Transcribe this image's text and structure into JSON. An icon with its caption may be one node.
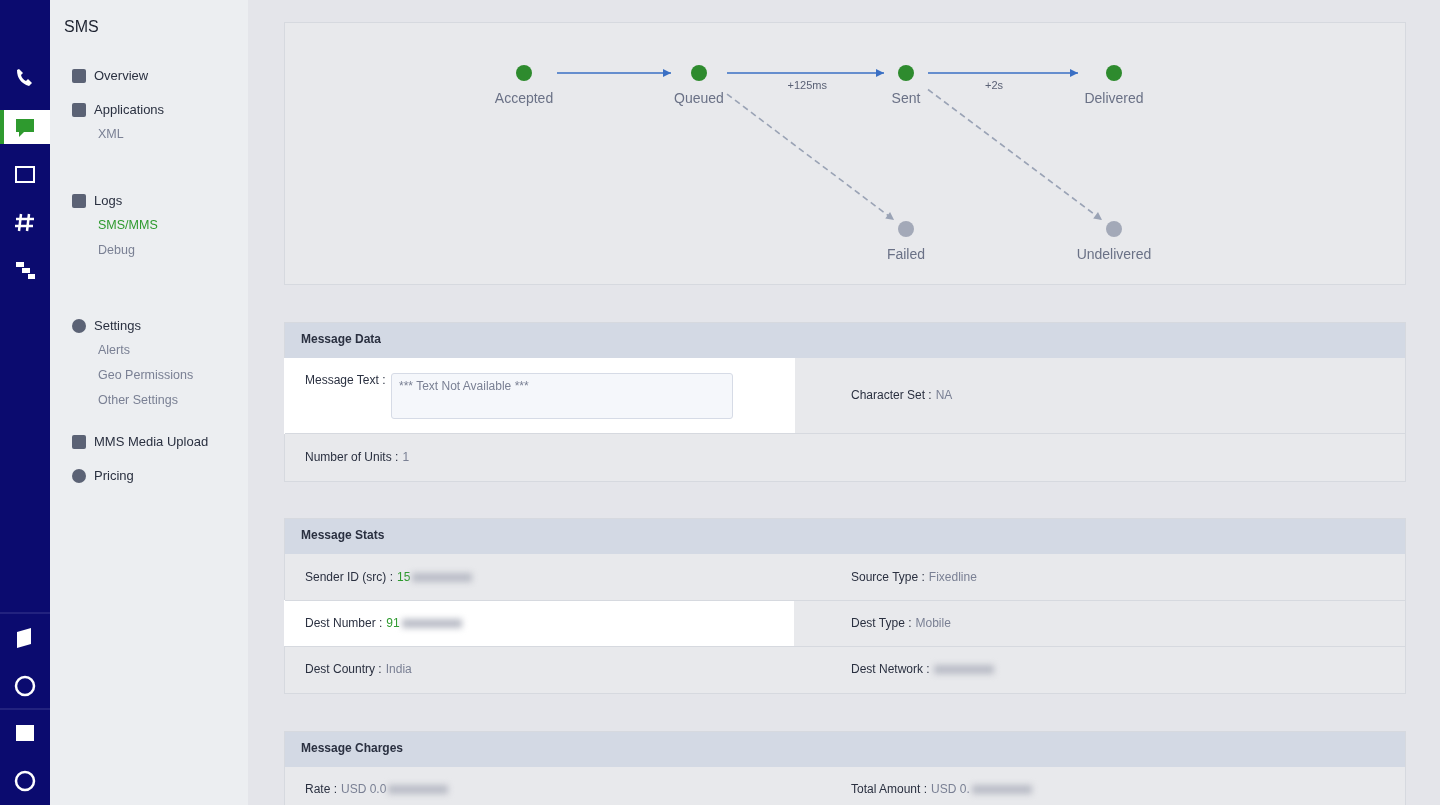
{
  "diagram": {
    "nodes": [
      {
        "text": [
          "Accepted"
        ]
      },
      {
        "text": [
          "Queued"
        ]
      },
      {
        "text": [
          "Sent"
        ]
      },
      {
        "text": [
          "Delivered"
        ]
      },
      {
        "text": [
          "Failed"
        ]
      },
      {
        "text": [
          "Undelivered"
        ]
      }
    ],
    "edges": [
      {
        "from": 0,
        "to": 1,
        "arrow": "to"
      },
      {
        "from": 1,
        "to": 2,
        "arrow": "to",
        "label": "+125ms"
      },
      {
        "from": 2,
        "to": 3,
        "arrow": "to",
        "label": "+2s"
      },
      {
        "from": 1,
        "to": 4,
        "arrow": "to",
        "style": "dashed",
        "color": "#9aa3b5"
      },
      {
        "from": 2,
        "to": 5,
        "arrow": "to",
        "style": "dashed",
        "color": "#9aa3b5"
      }
    ],
    "labels": [
      "SMS",
      "Overview",
      "Applications",
      "XML",
      "Logs",
      "SMS/MMS",
      "Debug",
      "Settings",
      "Alerts",
      "Geo Permissions",
      "Other Settings",
      "MMS Media Upload",
      "Pricing",
      "Message Data",
      "Message Text :",
      "*** Text Not Available ***",
      "Character Set :",
      "NA",
      "Number of Units :",
      "1",
      "Message Stats",
      "Sender ID (src) :",
      "15",
      "Source Type :",
      "Fixedline",
      "Dest Number :",
      "91",
      "Dest Type :",
      "Mobile",
      "Dest Country :",
      "India",
      "Dest Network :",
      "Message Charges",
      "Rate :",
      "USD 0.0",
      "Total Amount :",
      "USD 0."
    ]
  }
}
